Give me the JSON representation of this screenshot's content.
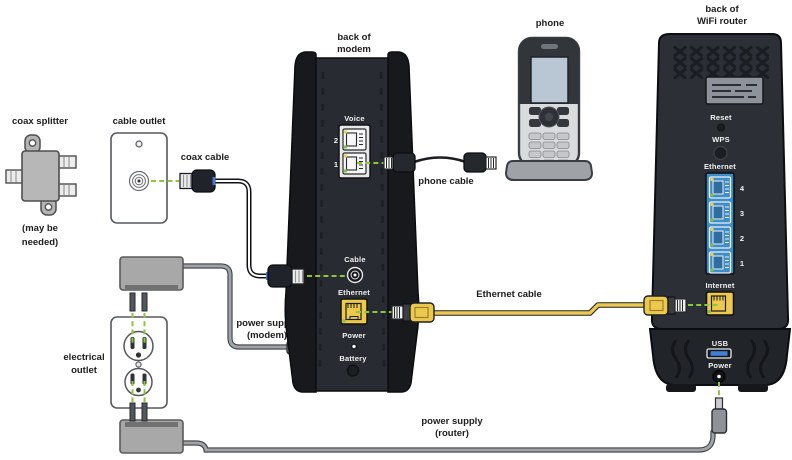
{
  "title": "modem and WiFi router connection diagram",
  "colors": {
    "connection_dash_green": "#8cc63e",
    "ethernet_yellow": "#ecc94d",
    "router_ethernet_blue": "#3d8dc8",
    "device_body_dark": "#2b2f35",
    "usb_blue": "#3f7fd6"
  },
  "splitter": {
    "label": "coax splitter",
    "note_line1": "(may be",
    "note_line2": "needed)"
  },
  "cable_outlet": {
    "label": "cable outlet"
  },
  "coax_cable": {
    "label": "coax cable"
  },
  "modem": {
    "label_line1": "back of",
    "label_line2": "modem",
    "voice_label": "Voice",
    "voice_port2": "2",
    "voice_port1": "1",
    "cable_label": "Cable",
    "ethernet_label": "Ethernet",
    "power_label": "Power",
    "battery_label": "Battery"
  },
  "phone": {
    "label": "phone"
  },
  "phone_cable": {
    "label": "phone cable"
  },
  "ethernet_cable": {
    "label": "Ethernet cable"
  },
  "router": {
    "label_line1": "back of",
    "label_line2": "WiFi router",
    "reset_label": "Reset",
    "wps_label": "WPS",
    "ethernet_label": "Ethernet",
    "port4": "4",
    "port3": "3",
    "port2": "2",
    "port1": "1",
    "internet_label": "Internet",
    "usb_label": "USB",
    "power_label": "Power"
  },
  "electrical_outlet": {
    "label_line1": "electrical",
    "label_line2": "outlet"
  },
  "power_supply_modem": {
    "label_line1": "power supply",
    "label_line2": "(modem)"
  },
  "power_supply_router": {
    "label_line1": "power supply",
    "label_line2": "(router)"
  }
}
